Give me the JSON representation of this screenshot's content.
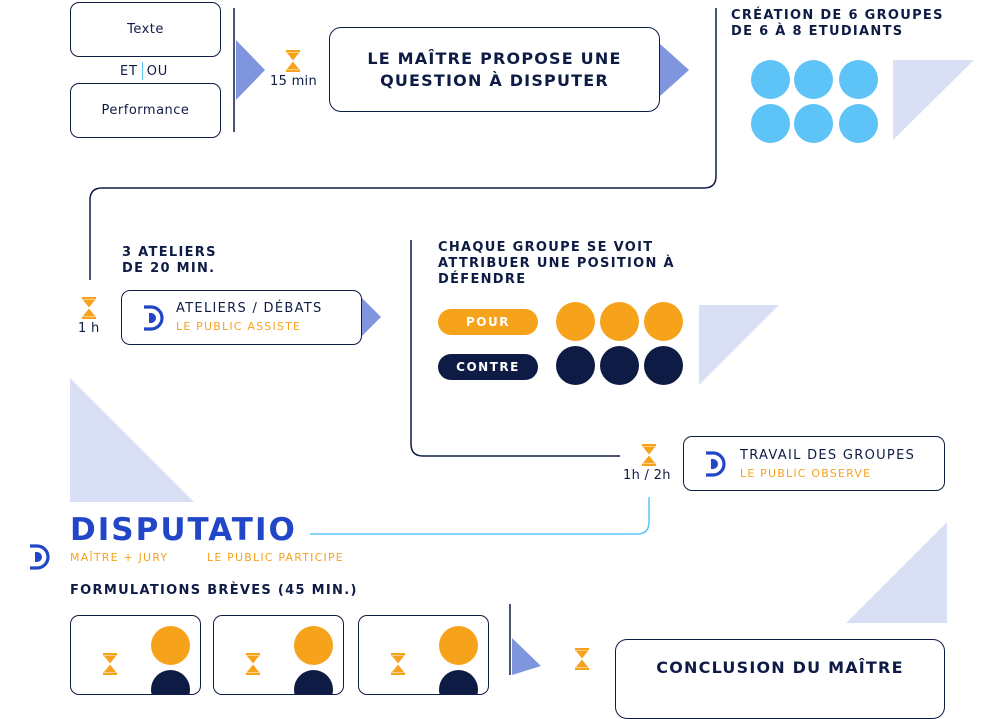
{
  "colors": {
    "navy": "#0e1c45",
    "orange": "#f7a21b",
    "light_blue": "#5ec3f7",
    "periwinkle": "#7f95dd",
    "pale_triangle": "#d9e0f5",
    "logo_blue": "#2146c7"
  },
  "options": {
    "text": "Texte",
    "separator_left": "ET",
    "separator_right": "OU",
    "performance": "Performance"
  },
  "step1": {
    "duration": "15 min",
    "title_line1": "LE MAÎTRE PROPOSE UNE",
    "title_line2": "QUESTION À DISPUTER"
  },
  "groups": {
    "heading_line1": "CRÉATION DE 6 GROUPES",
    "heading_line2": "DE 6 À 8 ETUDIANTS",
    "count": 6
  },
  "workshops": {
    "heading_line1": "3 ATELIERS",
    "heading_line2": "DE 20 MIN.",
    "duration": "1 h",
    "card_title": "ATELIERS / DÉBATS",
    "card_sub": "LE PUBLIC ASSISTE",
    "logo_icon": "disputatio-logo-icon"
  },
  "positions": {
    "heading_line1": "CHAQUE GROUPE SE VOIT",
    "heading_line2": "ATTRIBUER UNE POSITION À",
    "heading_line3": "DÉFENDRE",
    "pour": "POUR",
    "contre": "CONTRE"
  },
  "group_work": {
    "duration": "1h / 2h",
    "card_title": "TRAVAIL DES GROUPES",
    "card_sub": "LE PUBLIC OBSERVE"
  },
  "disputatio": {
    "title": "DISPUTATIO",
    "sub_left": "MAÎTRE + JURY",
    "sub_right": "LE PUBLIC PARTICIPE"
  },
  "formulations": {
    "heading": "FORMULATIONS BRÈVES (45 MIN.)"
  },
  "conclusion": {
    "title": "CONCLUSION DU MAÎTRE"
  },
  "icons": {
    "timer": "hourglass-icon",
    "logo": "disputatio-logo-icon",
    "arrow": "arrow-right-icon"
  }
}
